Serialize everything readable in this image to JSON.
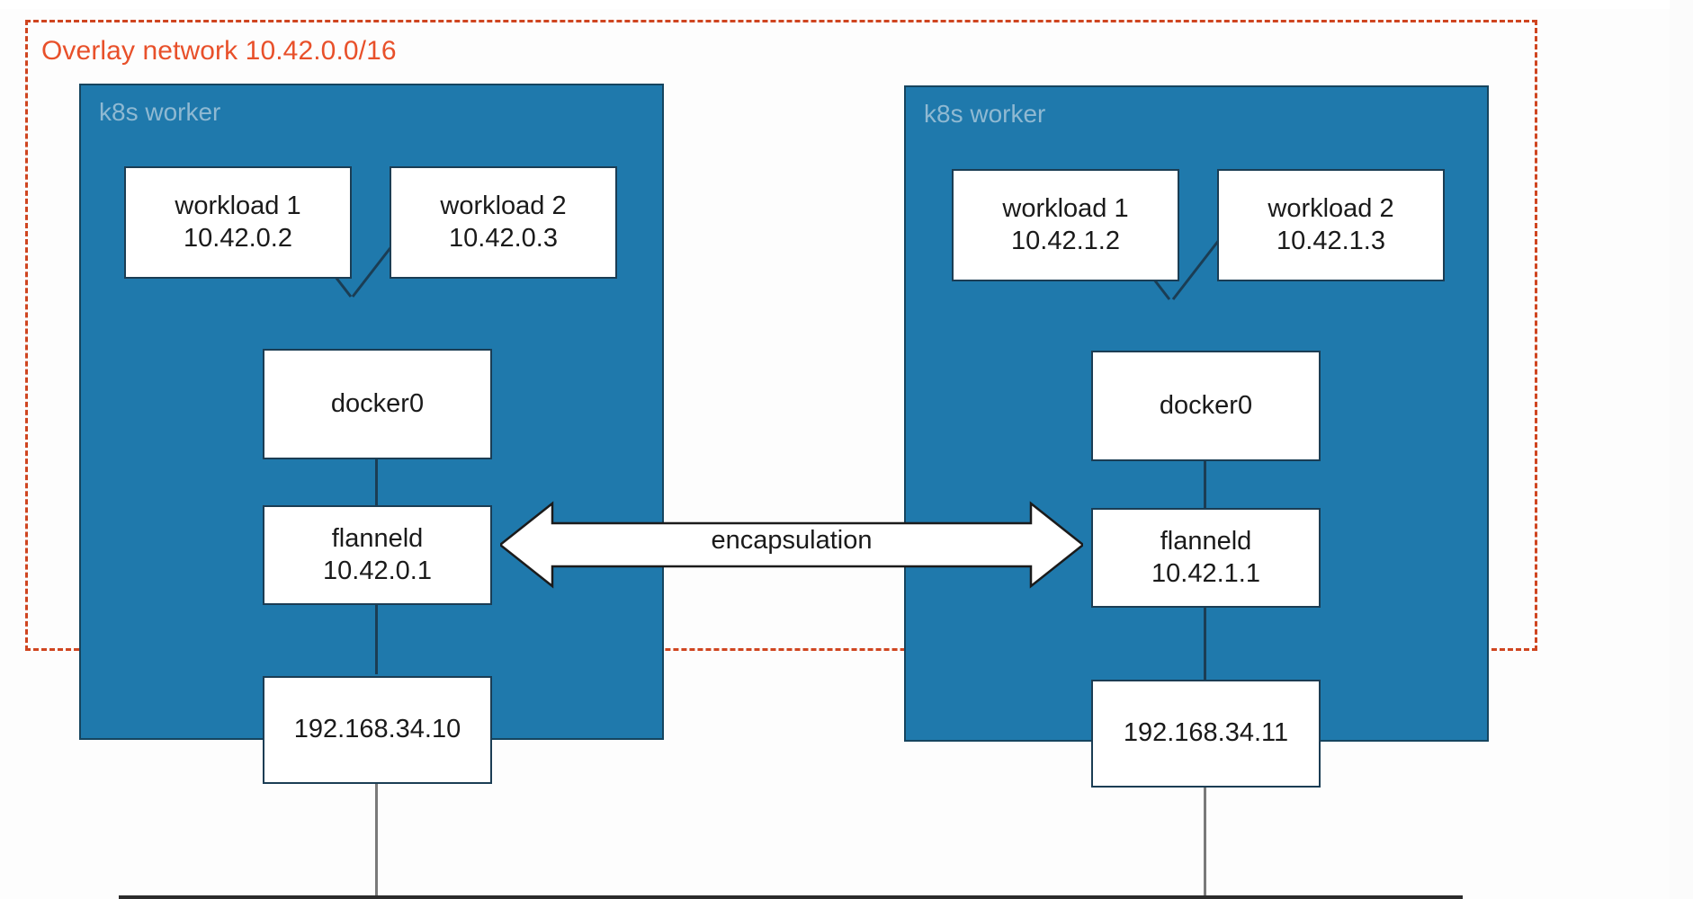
{
  "diagram": {
    "overlay": {
      "label": "Overlay network 10.42.0.0/16",
      "color": "#e8502a"
    },
    "encapsulation_label": "encapsulation",
    "physical_network_color": "#2b2b2b",
    "worker_fill": "#1f79ac",
    "worker_border": "#16455f",
    "node_border": "#1b3d54",
    "workers": [
      {
        "label": "k8s worker",
        "workloads": [
          {
            "name": "workload 1",
            "ip": "10.42.0.2"
          },
          {
            "name": "workload 2",
            "ip": "10.42.0.3"
          }
        ],
        "bridge": {
          "name": "docker0"
        },
        "flannel": {
          "name": "flanneld",
          "ip": "10.42.0.1"
        },
        "host": {
          "ip": "192.168.34.10"
        }
      },
      {
        "label": "k8s worker",
        "workloads": [
          {
            "name": "workload 1",
            "ip": "10.42.1.2"
          },
          {
            "name": "workload 2",
            "ip": "10.42.1.3"
          }
        ],
        "bridge": {
          "name": "docker0"
        },
        "flannel": {
          "name": "flanneld",
          "ip": "10.42.1.1"
        },
        "host": {
          "ip": "192.168.34.11"
        }
      }
    ]
  }
}
